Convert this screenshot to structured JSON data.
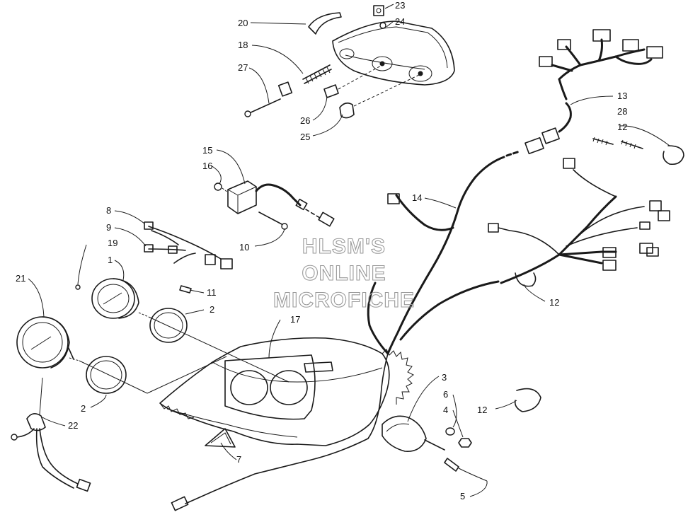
{
  "watermark": {
    "line1": "HLSM'S",
    "line2": "ONLINE",
    "line3": "MICROFICHE"
  },
  "callouts": {
    "c1": "1",
    "c2a": "2",
    "c2b": "2",
    "c3": "3",
    "c4": "4",
    "c5": "5",
    "c6": "6",
    "c7": "7",
    "c8": "8",
    "c9": "9",
    "c10": "10",
    "c11": "11",
    "c12a": "12",
    "c12b": "12",
    "c12c": "12",
    "c13": "13",
    "c14": "14",
    "c15": "15",
    "c16": "16",
    "c17": "17",
    "c18": "18",
    "c19": "19",
    "c20": "20",
    "c21": "21",
    "c22": "22",
    "c23": "23",
    "c24": "24",
    "c25": "25",
    "c26": "26",
    "c27": "27",
    "c28": "28"
  },
  "colors": {
    "ink": "#1a1a1a",
    "watermark": "#9a9a9a",
    "background": "#ffffff"
  }
}
